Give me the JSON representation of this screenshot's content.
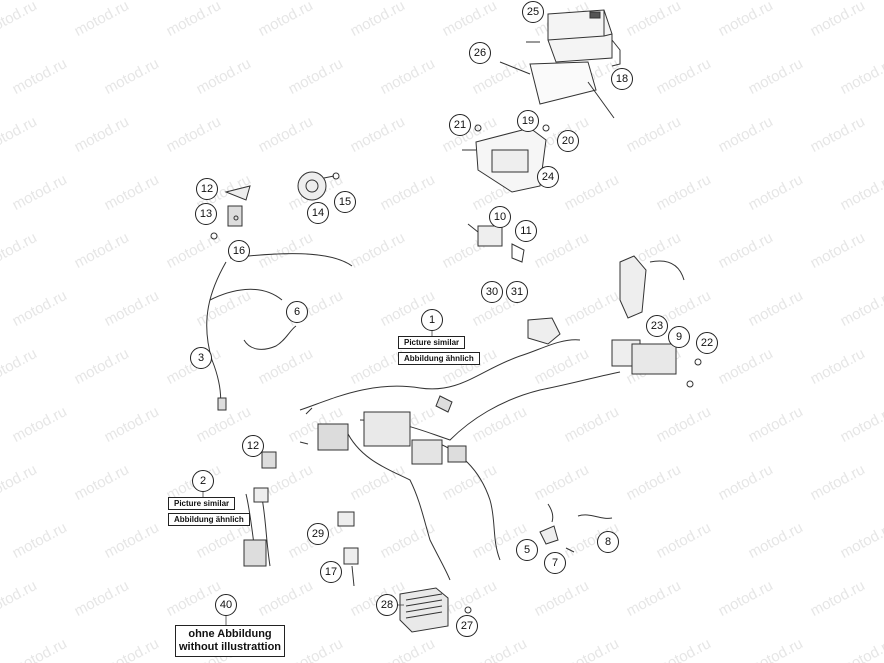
{
  "watermark": "motod.ru",
  "callouts": [
    "1",
    "2",
    "3",
    "5",
    "6",
    "7",
    "8",
    "9",
    "10",
    "11",
    "12",
    "13",
    "14",
    "15",
    "16",
    "12",
    "17",
    "18",
    "19",
    "20",
    "21",
    "22",
    "23",
    "24",
    "25",
    "26",
    "27",
    "28",
    "29",
    "30",
    "31",
    "40"
  ],
  "notes": {
    "part1_line1": "Picture similar",
    "part1_line2": "Abbildung ähnlich",
    "part2_line1": "Picture similar",
    "part2_line2": "Abbildung ähnlich"
  },
  "footer_box": {
    "line1": "ohne Abbildung",
    "line2": "without illustrattion"
  }
}
